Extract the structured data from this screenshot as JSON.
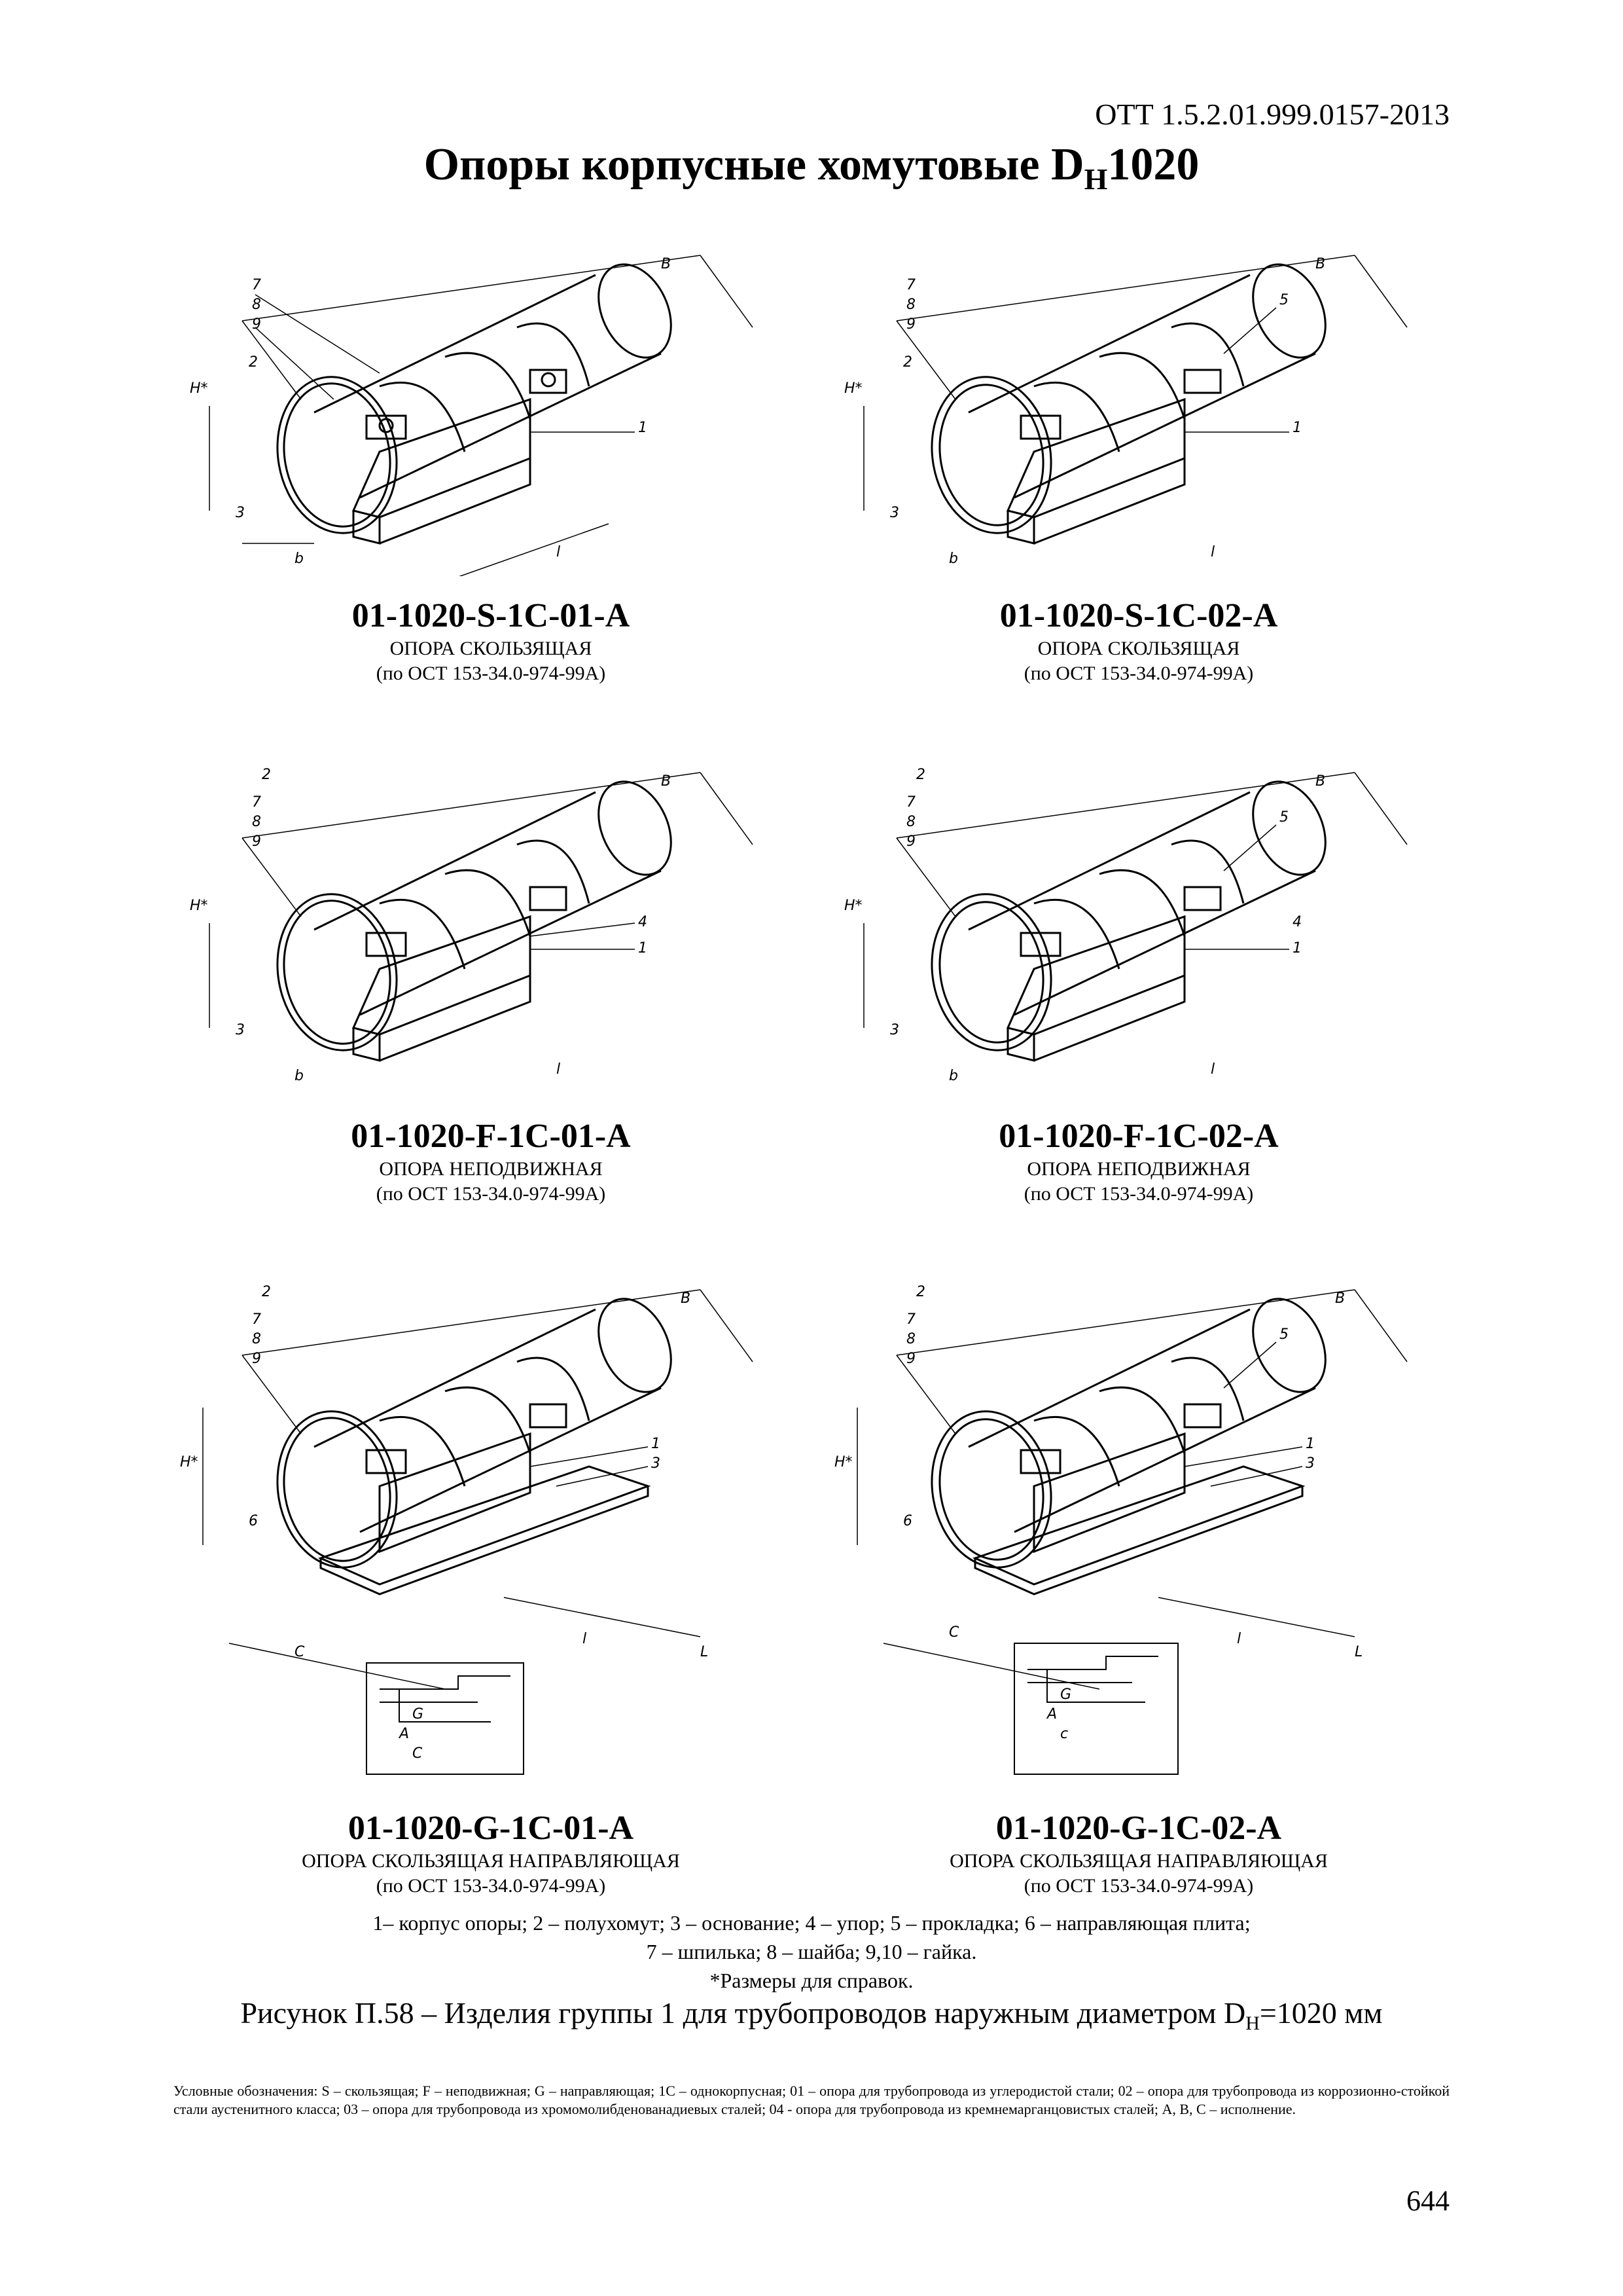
{
  "doc_code": "ОТТ 1.5.2.01.999.0157-2013",
  "title": {
    "main": "Опоры корпусные хомутовые  D",
    "sub": "Н",
    "tail": "1020"
  },
  "drawing_labels": {
    "n1": "1",
    "n2": "2",
    "n3": "3",
    "n4": "4",
    "n5": "5",
    "n6": "6",
    "n7": "7",
    "n8": "8",
    "n9": "9",
    "B": "В",
    "H": "Н*",
    "b": "b",
    "l": "l",
    "L": "L",
    "C": "С",
    "G": "G",
    "A": "А",
    "c": "с"
  },
  "figures": [
    {
      "code": "01-1020-S-1C-01-A",
      "name": "ОПОРА СКОЛЬЗЯЩАЯ",
      "std": "(по ОСТ 153-34.0-974-99А)"
    },
    {
      "code": "01-1020-S-1C-02-A",
      "name": "ОПОРА СКОЛЬЗЯЩАЯ",
      "std": "(по ОСТ 153-34.0-974-99А)"
    },
    {
      "code": "01-1020-F-1C-01-A",
      "name": "ОПОРА НЕПОДВИЖНАЯ",
      "std": "(по ОСТ 153-34.0-974-99А)"
    },
    {
      "code": "01-1020-F-1C-02-A",
      "name": "ОПОРА НЕПОДВИЖНАЯ",
      "std": "(по ОСТ 153-34.0-974-99А)"
    },
    {
      "code": "01-1020-G-1C-01-A",
      "name": "ОПОРА СКОЛЬЗЯЩАЯ НАПРАВЛЯЮЩАЯ",
      "std": "(по ОСТ 153-34.0-974-99А)"
    },
    {
      "code": "01-1020-G-1C-02-A",
      "name": "ОПОРА СКОЛЬЗЯЩАЯ НАПРАВЛЯЮЩАЯ",
      "std": "(по ОСТ 153-34.0-974-99А)"
    }
  ],
  "legend": {
    "line1": "1– корпус опоры; 2 – полухомут; 3 – основание; 4 – упор; 5 – прокладка; 6 – направляющая плита;",
    "line2": "7 – шпилька; 8 – шайба; 9,10 – гайка.",
    "line3": "*Размеры для справок."
  },
  "figure_caption": {
    "main": "Рисунок П.58 – Изделия группы 1 для трубопроводов наружным диаметром D",
    "sub": "Н",
    "tail": "=1020 мм"
  },
  "footnote": "Условные обозначения: S – скользящая; F – неподвижная;  G – направляющая; 1C – однокорпусная; 01 – опора для трубопровода из углеродистой стали; 02 – опора для трубопровода из коррозионно-стойкой стали аустенитного класса; 03 – опора для трубопровода из хромомолибденованадиевых сталей; 04 - опора для трубопровода из кремнемарганцовистых сталей; А, В, С – исполнение.",
  "page_number": "644"
}
